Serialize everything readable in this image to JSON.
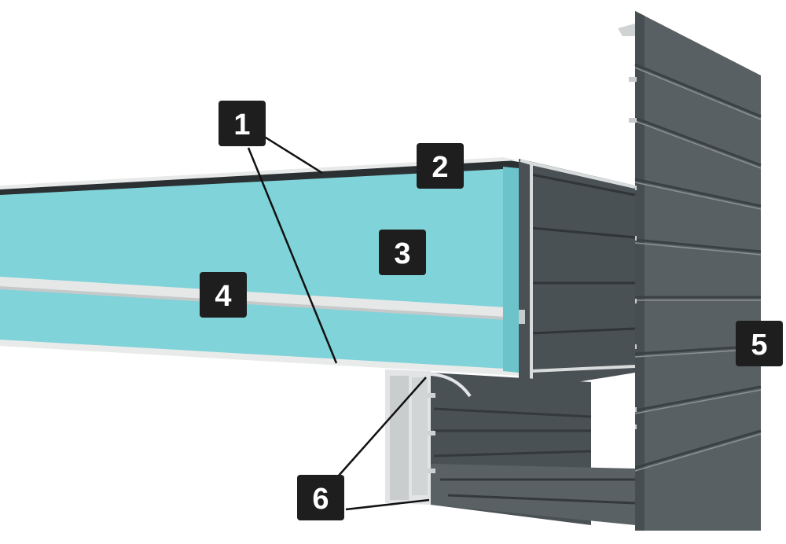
{
  "callouts": [
    {
      "id": "1",
      "text": "1"
    },
    {
      "id": "2",
      "text": "2"
    },
    {
      "id": "3",
      "text": "3"
    },
    {
      "id": "4",
      "text": "4"
    },
    {
      "id": "5",
      "text": "5"
    },
    {
      "id": "6",
      "text": "6"
    }
  ],
  "colors": {
    "panel": "#7fd3d9",
    "panel_dark": "#6cc3ca",
    "profile": "#4a5154",
    "profile_dark": "#3b4245",
    "aluminium": "#d9dcdd",
    "label_bg": "#1e1e1e",
    "label_fg": "#ffffff"
  }
}
